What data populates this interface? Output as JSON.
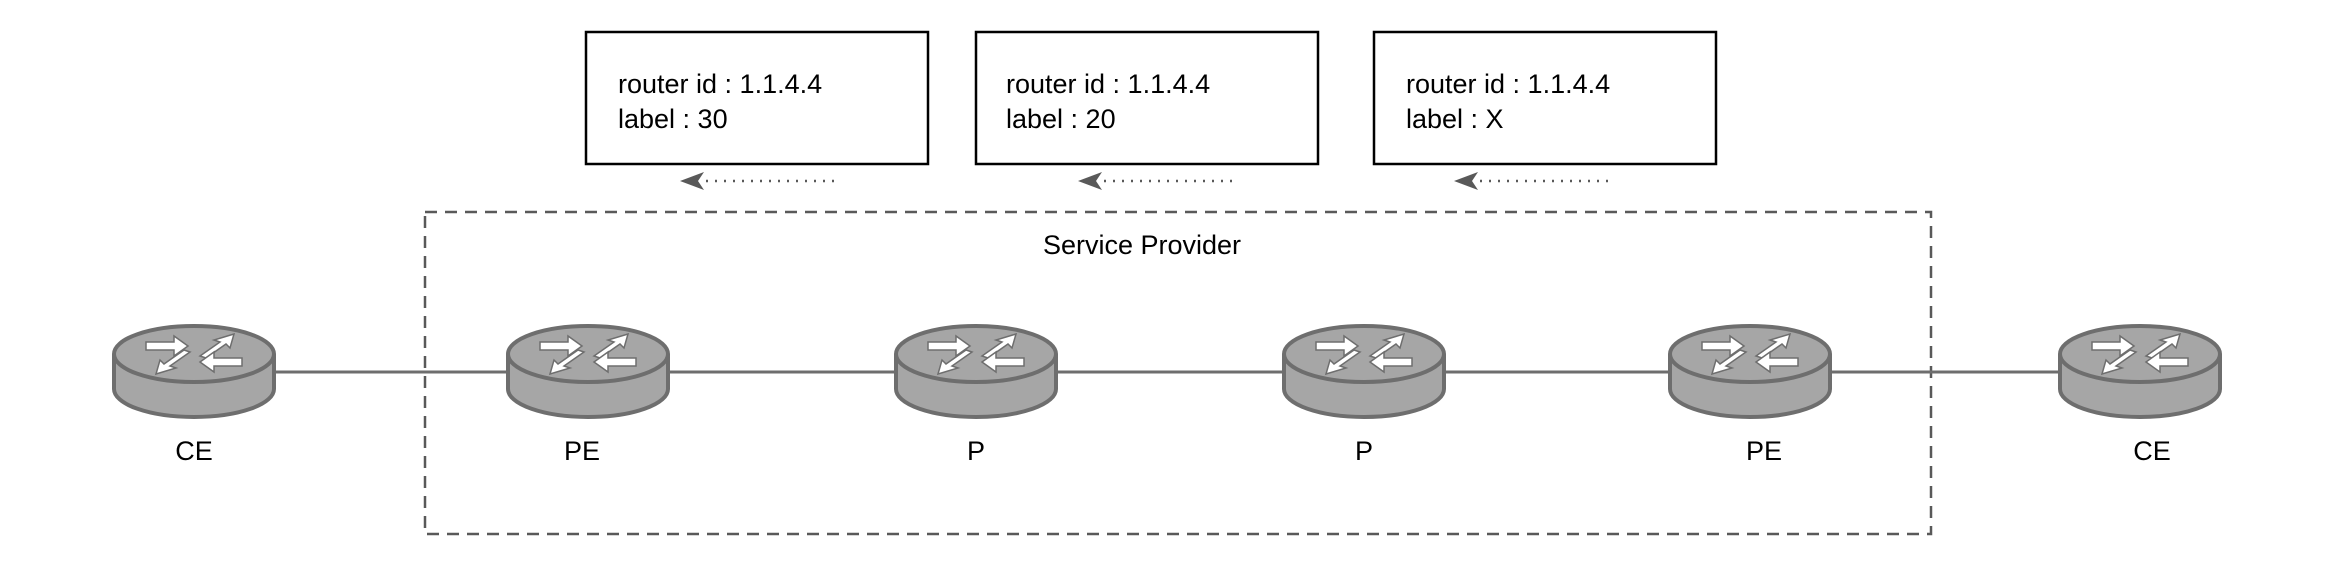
{
  "region": {
    "label": "Service Provider"
  },
  "nodes": [
    {
      "label": "CE",
      "icon": "router-icon"
    },
    {
      "label": "PE",
      "icon": "router-icon"
    },
    {
      "label": "P",
      "icon": "router-icon"
    },
    {
      "label": "P",
      "icon": "router-icon"
    },
    {
      "label": "PE",
      "icon": "router-icon"
    },
    {
      "label": "CE",
      "icon": "router-icon"
    }
  ],
  "label_boxes": [
    {
      "router_id": "router id : 1.1.4.4",
      "label": "label : 30"
    },
    {
      "router_id": "router id : 1.1.4.4",
      "label": "label : 20"
    },
    {
      "router_id": "router id : 1.1.4.4",
      "label": "label : X"
    }
  ],
  "colors": {
    "router_body": "#a6a6a6",
    "router_outline": "#6e6e6e",
    "link_line": "#6e6e6e",
    "dashed_border": "#595959",
    "arrow": "#595959"
  }
}
